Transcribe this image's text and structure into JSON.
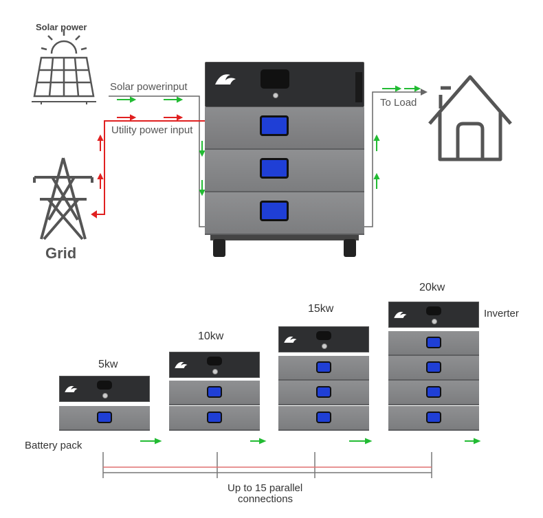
{
  "top": {
    "solar_label": "Solar power",
    "solar_input_label": "Solar powerinput",
    "utility_input_label": "Utility power input",
    "load_label": "To Load",
    "grid_label": "Grid"
  },
  "bottom": {
    "configs": [
      {
        "label": "5kw",
        "battery_count": 1
      },
      {
        "label": "10kw",
        "battery_count": 2
      },
      {
        "label": "15kw",
        "battery_count": 3
      },
      {
        "label": "20kw",
        "battery_count": 4
      }
    ],
    "inverter_label": "Inverter",
    "battery_label": "Battery pack",
    "parallel_line1": "Up to 15 parallel",
    "parallel_line2": "connections"
  },
  "colors": {
    "arrow_green": "#22bb33",
    "utility_red": "#e02020",
    "inverter_dark": "#2e2f31",
    "battery_grey": "#848587",
    "lcd_blue": "#1f3fd6"
  }
}
